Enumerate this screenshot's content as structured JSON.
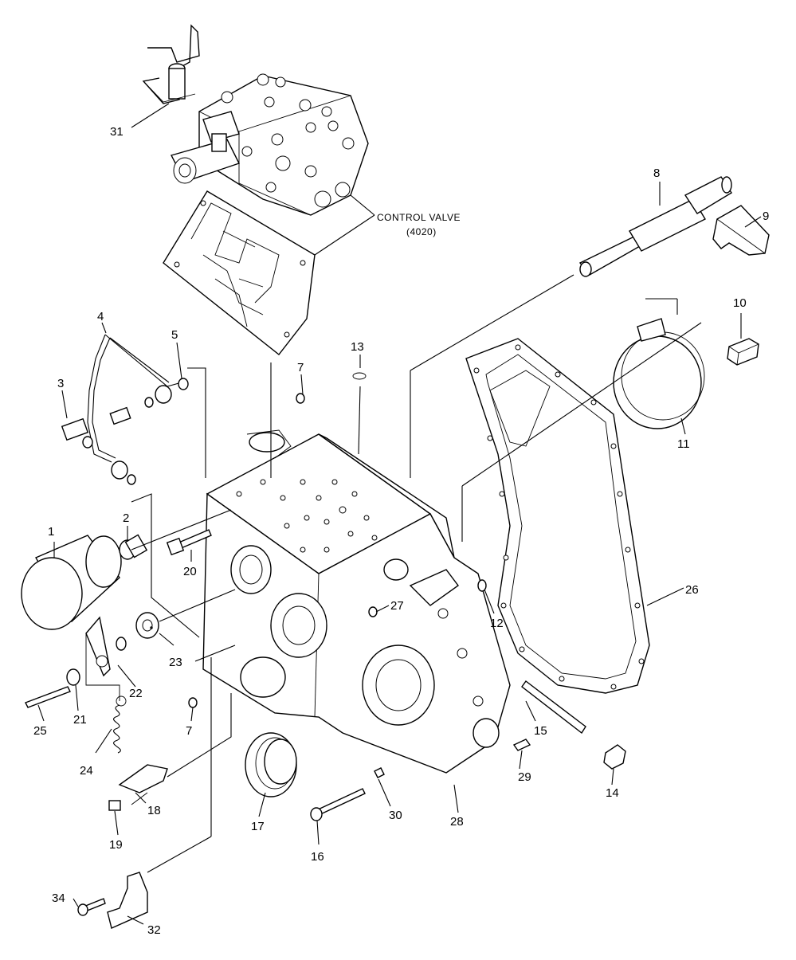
{
  "callouts": [
    {
      "id": "c1",
      "text": "1"
    },
    {
      "id": "c2",
      "text": "2"
    },
    {
      "id": "c3",
      "text": "3"
    },
    {
      "id": "c4",
      "text": "4"
    },
    {
      "id": "c5",
      "text": "5"
    },
    {
      "id": "c7a",
      "text": "7"
    },
    {
      "id": "c7b",
      "text": "7"
    },
    {
      "id": "c8",
      "text": "8"
    },
    {
      "id": "c9",
      "text": "9"
    },
    {
      "id": "c10",
      "text": "10"
    },
    {
      "id": "c11",
      "text": "11"
    },
    {
      "id": "c12",
      "text": "12"
    },
    {
      "id": "c13",
      "text": "13"
    },
    {
      "id": "c14",
      "text": "14"
    },
    {
      "id": "c15",
      "text": "15"
    },
    {
      "id": "c16",
      "text": "16"
    },
    {
      "id": "c17",
      "text": "17"
    },
    {
      "id": "c18",
      "text": "18"
    },
    {
      "id": "c19",
      "text": "19"
    },
    {
      "id": "c20",
      "text": "20"
    },
    {
      "id": "c21",
      "text": "21"
    },
    {
      "id": "c22",
      "text": "22"
    },
    {
      "id": "c23",
      "text": "23"
    },
    {
      "id": "c24",
      "text": "24"
    },
    {
      "id": "c25",
      "text": "25"
    },
    {
      "id": "c26",
      "text": "26"
    },
    {
      "id": "c27",
      "text": "27"
    },
    {
      "id": "c28",
      "text": "28"
    },
    {
      "id": "c29",
      "text": "29"
    },
    {
      "id": "c30",
      "text": "30"
    },
    {
      "id": "c31",
      "text": "31"
    },
    {
      "id": "c32",
      "text": "32"
    },
    {
      "id": "c34",
      "text": "34"
    }
  ],
  "control_valve": {
    "label": "CONTROL  VALVE",
    "code": "(4020)"
  }
}
